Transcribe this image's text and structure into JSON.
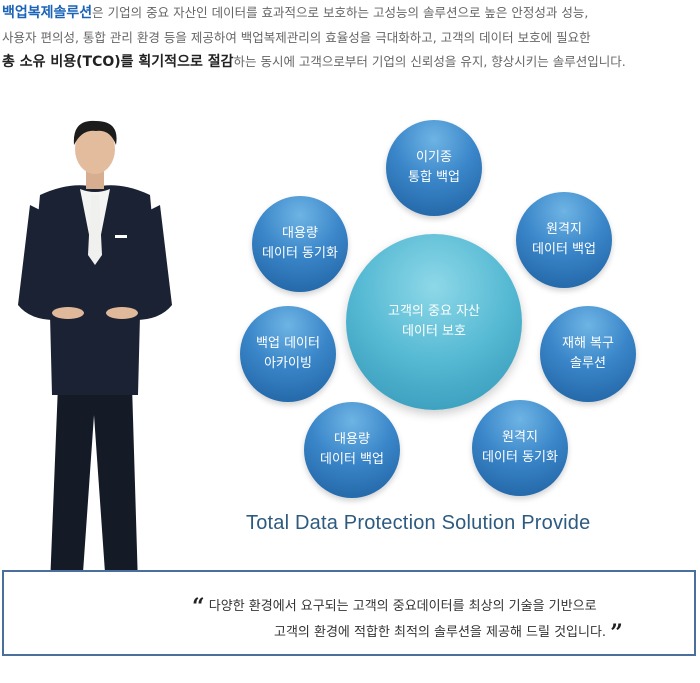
{
  "intro": {
    "line1_accent": "백업복제솔루션",
    "line1_text": "은 기업의 중요 자산인 데이터를 효과적으로 보호하는 고성능의 솔루션으로 높은 안정성과 성능,",
    "line2_text": "사용자 편의성, 통합 관리 환경 등을 제공하여 백업복제관리의 효율성을 극대화하고, 고객의 데이터 보호에 필요한",
    "line3_strong": "총 소유 비용(TCO)를 획기적으로 절감",
    "line3_text": "하는 동시에 고객으로부터 기업의 신뢰성을 유지, 향상시키는 솔루션입니다."
  },
  "diagram": {
    "center": {
      "line1": "고객의 중요 자산",
      "line2": "데이터 보호"
    },
    "nodes": [
      {
        "line1": "이기종",
        "line2": "통합 백업"
      },
      {
        "line1": "원격지",
        "line2": "데이터 백업"
      },
      {
        "line1": "재해 복구",
        "line2": "솔루션"
      },
      {
        "line1": "원격지",
        "line2": "데이터 동기화"
      },
      {
        "line1": "대용량",
        "line2": "데이터 백업"
      },
      {
        "line1": "백업 데이터",
        "line2": "아카이빙"
      },
      {
        "line1": "대용량",
        "line2": "데이터 동기화"
      }
    ]
  },
  "tagline": "Total Data Protection Solution Provide",
  "quote": {
    "open_mark": "“",
    "close_mark": "”",
    "line1": "다양한 환경에서 요구되는 고객의 중요데이터를 최상의 기술을 기반으로",
    "line2": "고객의 환경에 적합한 최적의 솔루션을 제공해 드릴 것입니다."
  },
  "colors": {
    "accent": "#1a63b8",
    "circle_blue": "#2f78bd",
    "center_teal": "#55b9d3",
    "tagline": "#2d5b80",
    "box_border": "#4b6f9c"
  }
}
